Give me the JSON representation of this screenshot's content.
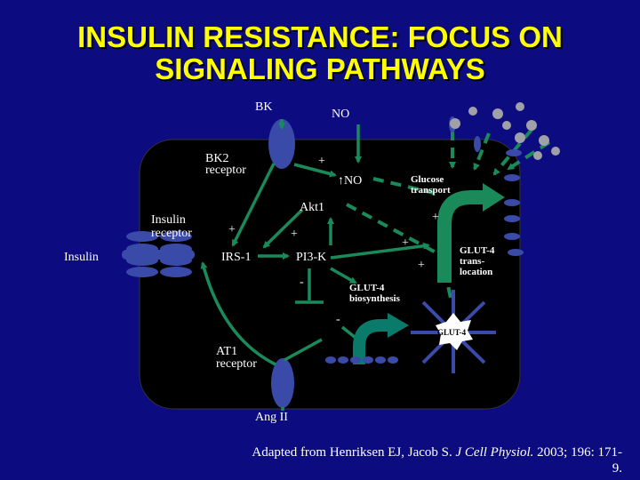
{
  "title": {
    "line1": "INSULIN RESISTANCE: FOCUS ON",
    "line2": "SIGNALING PATHWAYS"
  },
  "labels": {
    "bk": "BK",
    "no_top": "NO",
    "bk2_receptor_line1": "BK2",
    "bk2_receptor_line2": "receptor",
    "plus_bk": "+",
    "up_no": "↑NO",
    "glucose_transport_line1": "Glucose",
    "glucose_transport_line2": "transport",
    "akt1": "Akt1",
    "plus_akt_right": "+",
    "insulin_receptor_line1": "Insulin",
    "insulin_receptor_line2": "receptor",
    "plus_left": "+",
    "plus_mid": "+",
    "plus_pi3k": "+",
    "insulin": "Insulin",
    "irs1": "IRS-1",
    "pi3k": "PI3-K",
    "glut4_trans_line1": "GLUT-4",
    "glut4_trans_line2": "trans-",
    "glut4_trans_line3": "location",
    "plus_lower": "+",
    "minus_pi3k": "-",
    "glut4_bio_line1": "GLUT-4",
    "glut4_bio_line2": "biosynthesis",
    "minus_lower": "-",
    "glut4_vesicle": "GLUT-4",
    "at1_line1": "AT1",
    "at1_line2": "receptor",
    "ang2": "Ang II"
  },
  "citation": {
    "prefix": "Adapted from Henriksen EJ, Jacob S. ",
    "journal": "J Cell Physiol.",
    "suffix": " 2003; 196: 171-",
    "line2": "9."
  },
  "colors": {
    "background": "#0c0c80",
    "cell": "#000000",
    "title": "#ffff00",
    "arrow_green": "#1a8a5a",
    "receptor_blue": "#3a4aa8",
    "glucose_gray": "#a0a0a8",
    "glut_green": "#0a7a6a"
  }
}
